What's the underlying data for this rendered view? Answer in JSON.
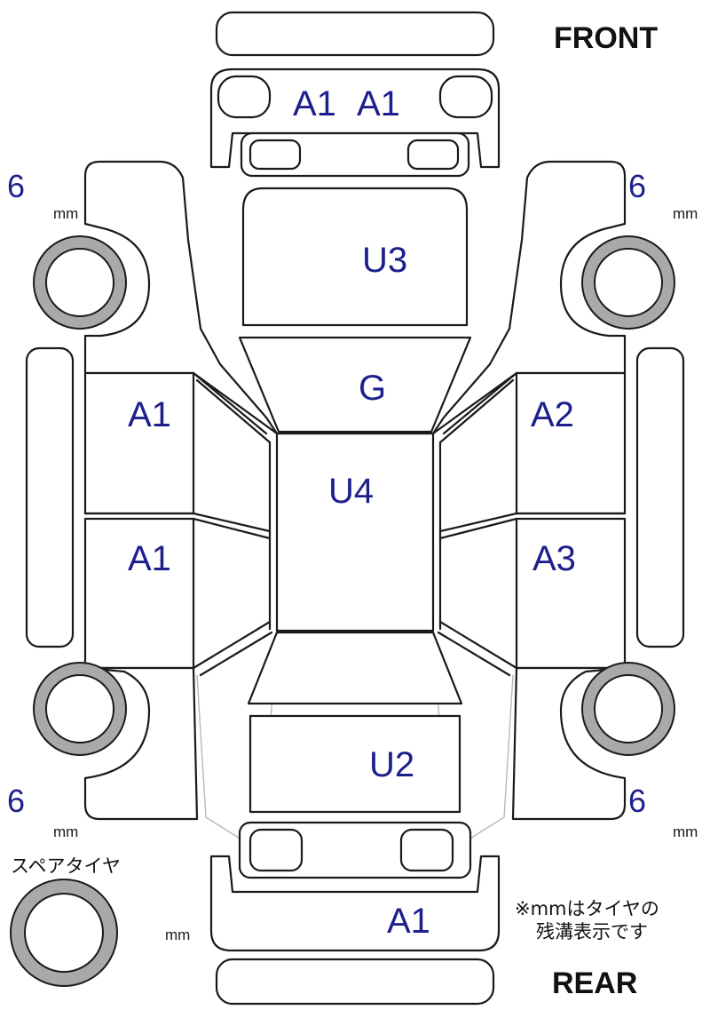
{
  "directions": {
    "front": "FRONT",
    "rear": "REAR"
  },
  "panels": {
    "front_bumper_left": "A1",
    "front_bumper_right": "A1",
    "hood": "U3",
    "windshield": "G",
    "roof": "U4",
    "left_front_door": "A1",
    "left_rear_door": "A1",
    "right_front_door": "A2",
    "right_rear_door": "A3",
    "trunk": "U2",
    "rear_bumper": "A1"
  },
  "tread_depth": {
    "front_left": "6",
    "front_right": "6",
    "rear_left": "6",
    "rear_right": "6",
    "unit": "mm",
    "spare_unit": "mm"
  },
  "spare_tire_label": "スペアタイヤ",
  "note_lines": [
    "※mmはタイヤの",
    "残溝表示です"
  ],
  "colors": {
    "label": "#1d1f8c",
    "tire_ring": "#a9a9a9",
    "outline": "#1a1a1a"
  }
}
